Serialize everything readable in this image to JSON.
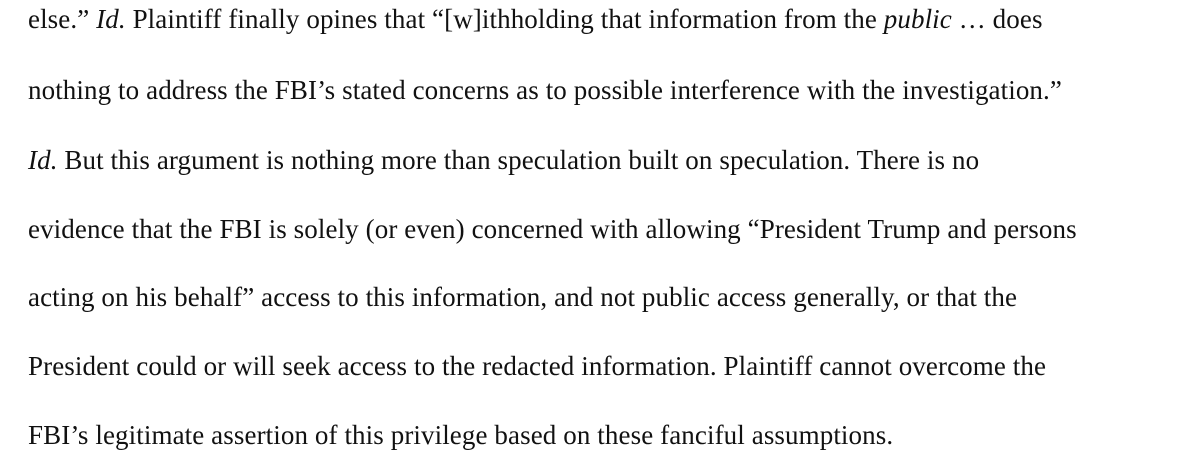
{
  "document": {
    "lines": [
      [
        {
          "text": "else.”  ",
          "italic": false
        },
        {
          "text": "Id.",
          "italic": true
        },
        {
          "text": "  Plaintiff finally opines that “[w]ithholding that information from the ",
          "italic": false
        },
        {
          "text": "public",
          "italic": true
        },
        {
          "text": " … does",
          "italic": false
        }
      ],
      [
        {
          "text": "nothing to address the FBI’s stated concerns as to possible interference with the investigation.”",
          "italic": false
        }
      ],
      [
        {
          "text": "Id.",
          "italic": true
        },
        {
          "text": "  But this argument is nothing more than speculation built on speculation.  There is no",
          "italic": false
        }
      ],
      [
        {
          "text": "evidence that the FBI is solely (or even) concerned with allowing “President Trump and persons",
          "italic": false
        }
      ],
      [
        {
          "text": "acting on his behalf” access to this information, and not public access generally, or that the",
          "italic": false
        }
      ],
      [
        {
          "text": "President could or will seek access to the redacted information.  Plaintiff cannot overcome the",
          "italic": false
        }
      ],
      [
        {
          "text": "FBI’s legitimate assertion of this privilege based on these fanciful assumptions.",
          "italic": false
        }
      ]
    ]
  }
}
